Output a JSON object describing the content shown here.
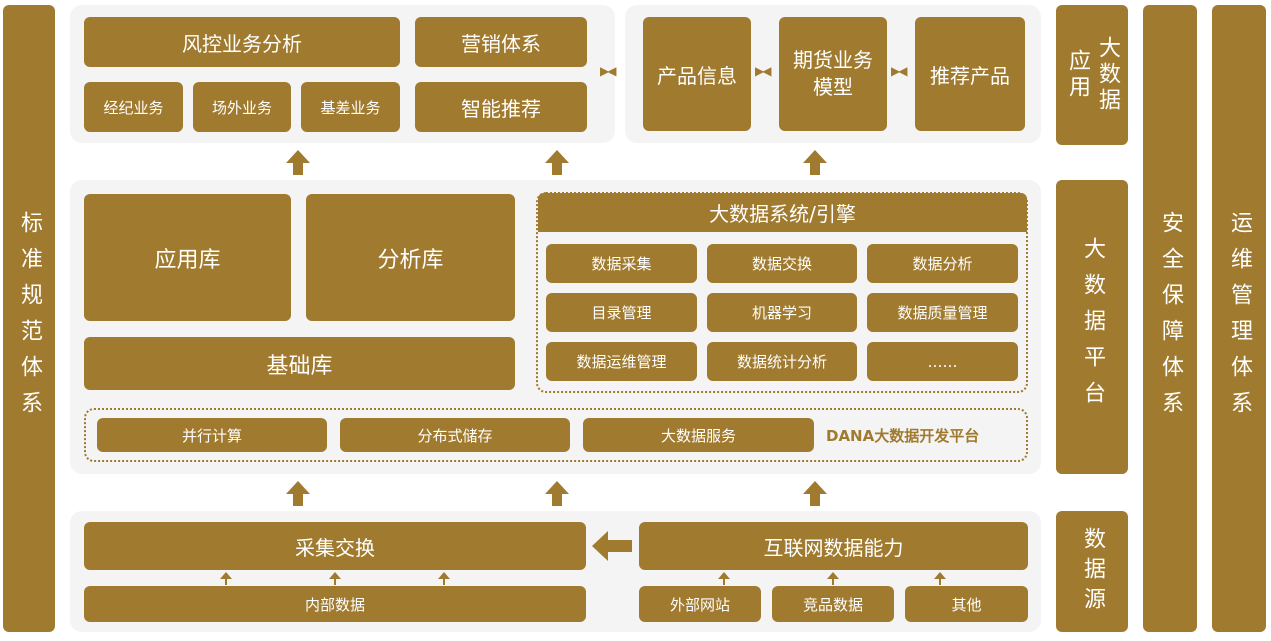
{
  "side": {
    "standards": "标准规范体系",
    "security": "安全保障体系",
    "ops": "运维管理体系",
    "bigdata_app": "大数据应用",
    "bigdata_platform": "大数据平台",
    "data_source": "数据源"
  },
  "apps": {
    "risk": "风控业务分析",
    "brokerage": "经纪业务",
    "otc": "场外业务",
    "basis": "基差业务",
    "marketing": "营销体系",
    "smart_rec": "智能推荐",
    "product_info": "产品信息",
    "futures_model": "期货业务模型",
    "rec_product": "推荐产品"
  },
  "platform": {
    "app_lib": "应用库",
    "analysis_lib": "分析库",
    "base_lib": "基础库",
    "engine_title": "大数据系统/引擎",
    "engine_items": [
      "数据采集",
      "数据交换",
      "数据分析",
      "目录管理",
      "机器学习",
      "数据质量管理",
      "数据运维管理",
      "数据统计分析",
      "……"
    ],
    "dana_items": [
      "并行计算",
      "分布式储存",
      "大数据服务"
    ],
    "dana_label": "DANA大数据开发平台"
  },
  "source": {
    "collect": "采集交换",
    "internal": "内部数据",
    "internet": "互联网数据能力",
    "external_site": "外部网站",
    "competitor": "竞品数据",
    "other": "其他"
  },
  "colors": {
    "accent": "#a07a2e",
    "panel": "#f4f4f4"
  },
  "arrows": "▶◀"
}
